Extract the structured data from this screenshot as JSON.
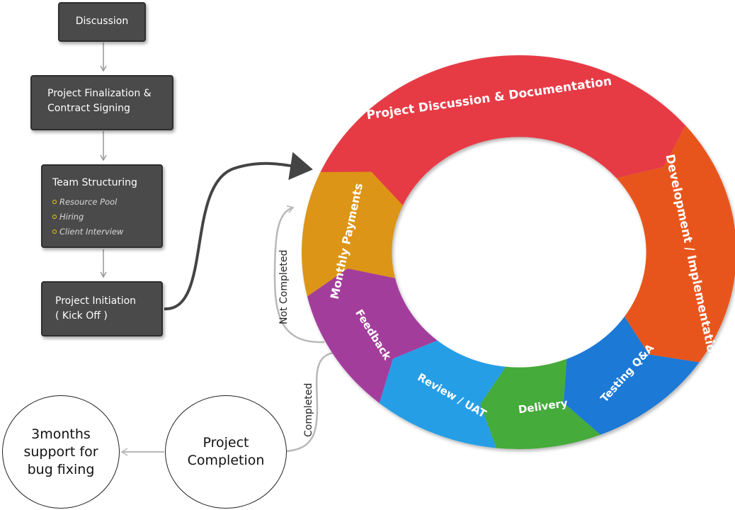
{
  "flow": {
    "discussion": "Discussion",
    "finalization_line1": "Project Finalization &",
    "finalization_line2": "Contract Signing",
    "team_structuring": "Team Structuring",
    "team_items": [
      "Resource Pool",
      "Hiring",
      "Client Interview"
    ],
    "initiation_line1": "Project Initiation",
    "initiation_line2": "( Kick Off )"
  },
  "cycle": {
    "segments": [
      {
        "label": "Project Discussion & Documentation",
        "color": "#e63b45"
      },
      {
        "label": "Development / Implementation",
        "color": "#e8541a"
      },
      {
        "label": "Testing Q&A",
        "color": "#1e79d6"
      },
      {
        "label": "Delivery",
        "color": "#44ab3a"
      },
      {
        "label": "Review / UAT",
        "color": "#269ee6"
      },
      {
        "label": "Feedback",
        "color": "#a33c9c"
      },
      {
        "label": "Monthly Payments",
        "color": "#dc9512"
      }
    ]
  },
  "branches": {
    "not_completed": "Not Completed",
    "completed": "Completed"
  },
  "end": {
    "completion_line1": "Project",
    "completion_line2": "Completion",
    "support_line1": "3months",
    "support_line2": "support for",
    "support_line3": "bug fixing"
  }
}
